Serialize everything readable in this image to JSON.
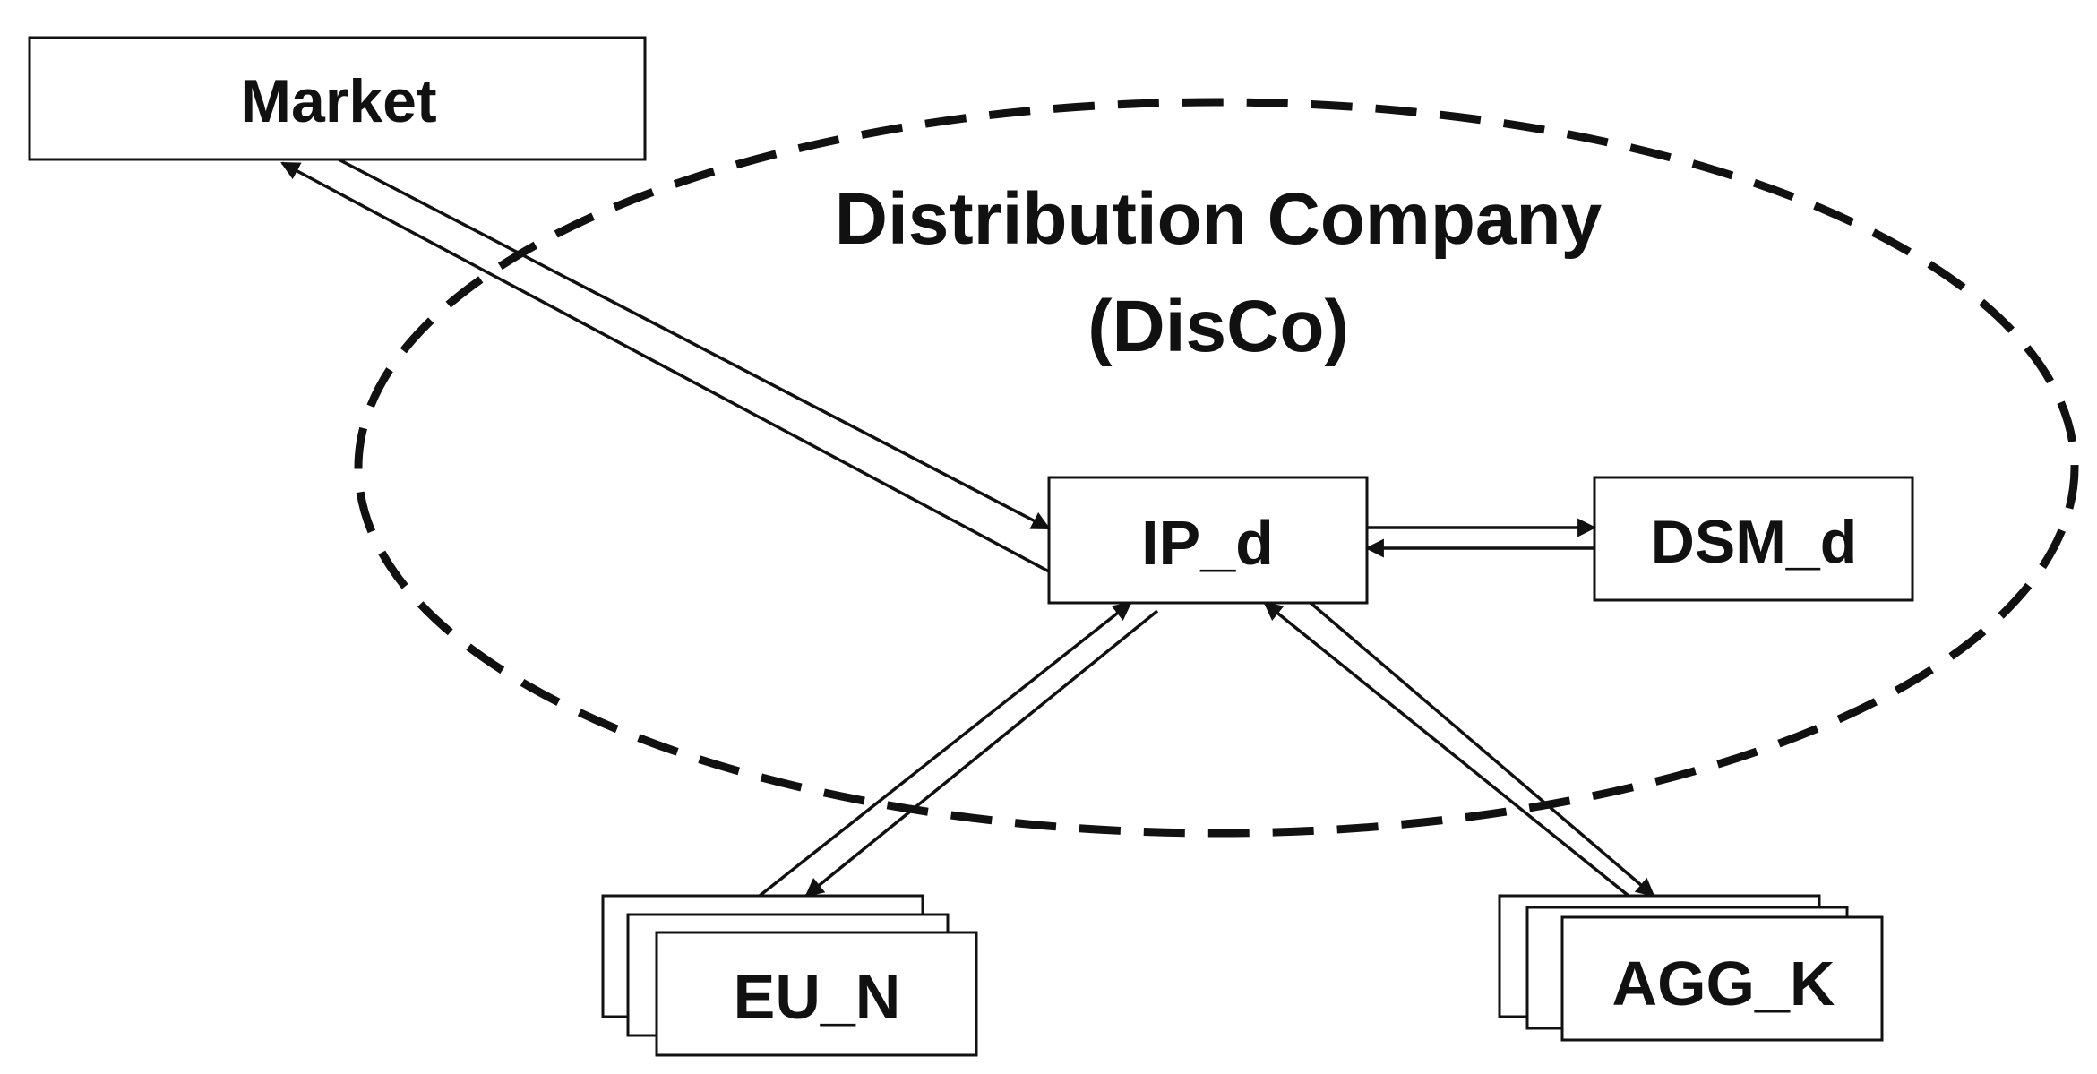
{
  "diagram": {
    "boundary": {
      "title_line1": "Distribution Company",
      "title_line2": "(DisCo)"
    },
    "nodes": {
      "market": "Market",
      "ip": "IP_d",
      "dsm": "DSM_d",
      "eu": "EU_N",
      "agg": "AGG_K"
    },
    "stroke_color": "#111111",
    "background_color": "#ffffff"
  }
}
